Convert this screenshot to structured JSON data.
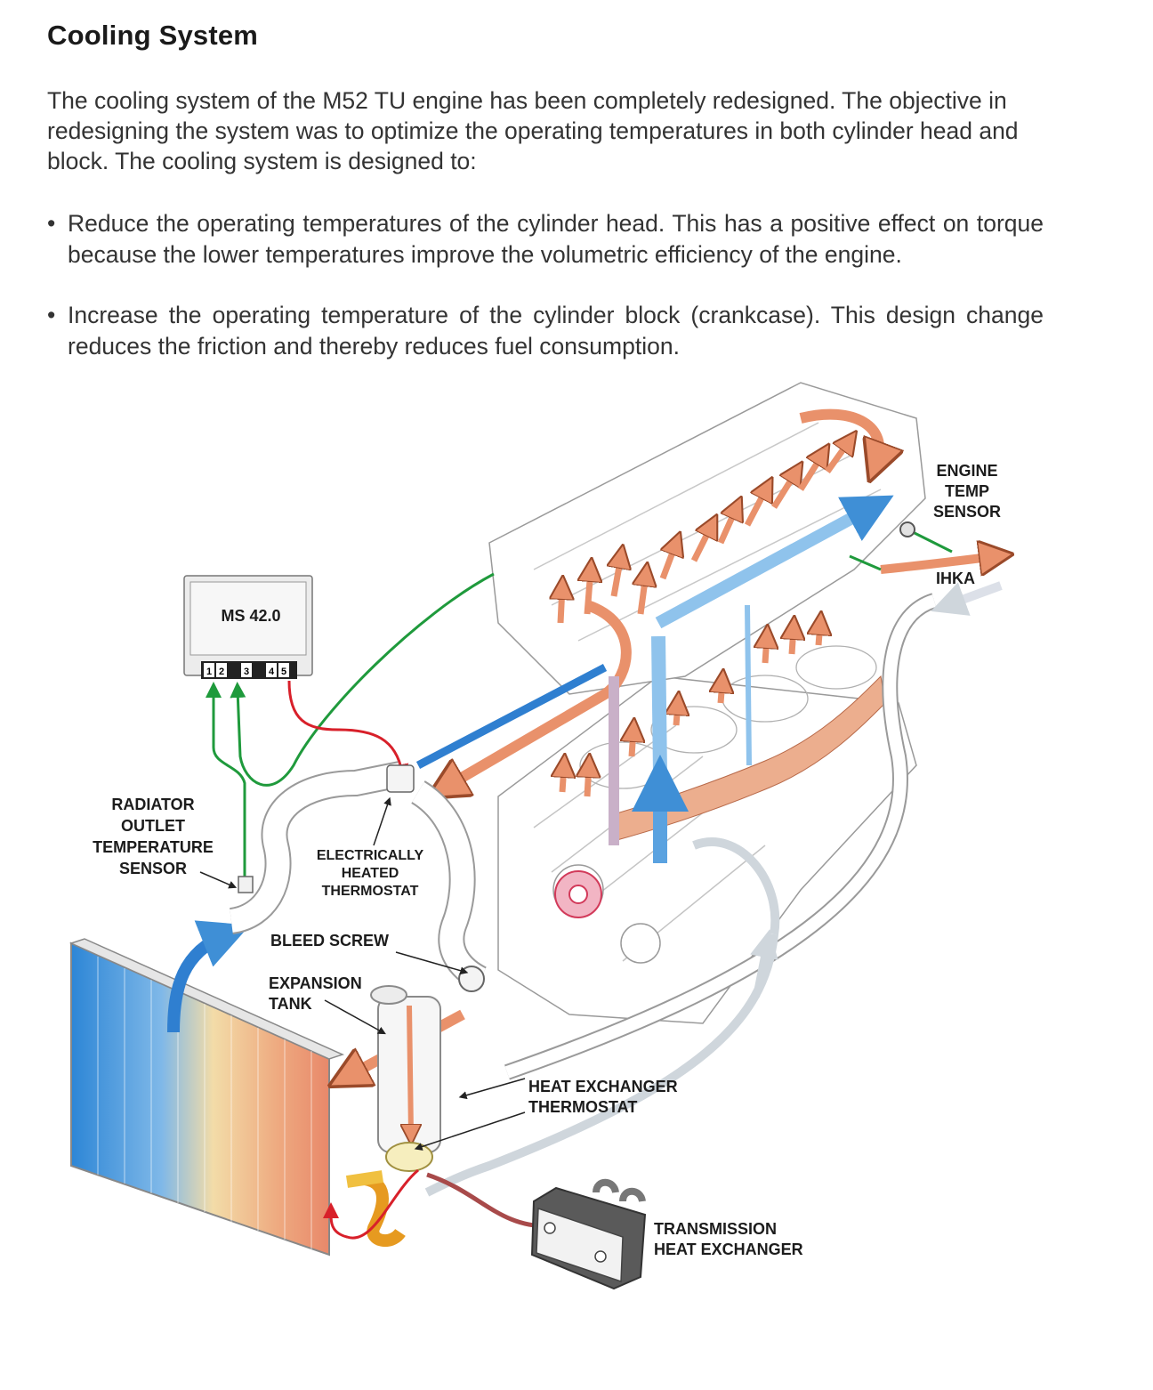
{
  "title": "Cooling System",
  "intro": "The cooling system of the M52 TU engine has been completely redesigned. The objective in redesigning the system was to optimize the operating temperatures in both cylinder head and block. The cooling system is designed to:",
  "bullets": [
    "Reduce the operating temperatures of the cylinder head. This has a positive effect on torque because the lower temperatures improve the volumetric efficiency of the engine.",
    "Increase the operating temperature of the cylinder block (crankcase). This design change reduces the friction and thereby reduces fuel consumption."
  ],
  "bullet_char": "•",
  "diagram": {
    "ecu_label": "MS 42.0",
    "ecu_pins": [
      "1",
      "2",
      "3",
      "4",
      "5"
    ],
    "labels": {
      "engine_temp_sensor": [
        "ENGINE",
        "TEMP",
        "SENSOR"
      ],
      "ihka": "IHKA",
      "radiator_outlet_sensor": [
        "RADIATOR",
        "OUTLET",
        "TEMPERATURE",
        "SENSOR"
      ],
      "thermostat": [
        "ELECTRICALLY",
        "HEATED",
        "THERMOSTAT"
      ],
      "bleed_screw": "BLEED SCREW",
      "expansion_tank": [
        "EXPANSION",
        "TANK"
      ],
      "heat_exchanger_thermostat": [
        "HEAT EXCHANGER",
        "THERMOSTAT"
      ],
      "transmission_heat_exchanger": [
        "TRANSMISSION",
        "HEAT EXCHANGER"
      ]
    },
    "colors": {
      "cold": "#3f8fd6",
      "hot": "#e9916b",
      "signal": "#1f9a3c",
      "control": "#d8202a"
    }
  }
}
